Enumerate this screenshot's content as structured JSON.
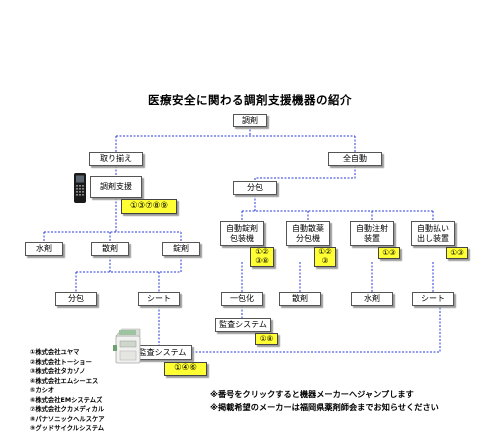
{
  "title": "医療安全に関わる調剤支援機器の紹介",
  "nodes": {
    "root": "調剤",
    "manual": "取り揃え",
    "auto": "全自動",
    "dispensing_support": "調剤支援",
    "packaging": "分包",
    "liquid": "水剤",
    "powder": "散剤",
    "tablet": "錠剤",
    "auto_tablet_packer": "自動錠剤\n包装機",
    "auto_powder_divider": "自動散薬\n分包機",
    "auto_injection": "自動注射\n装置",
    "auto_dispensing": "自動払い\n出し装置",
    "bundle_packaging": "分包",
    "sheet_left": "シート",
    "single_dose": "一包化",
    "auto_powder": "散剤",
    "auto_liquid": "水剤",
    "sheet_right": "シート",
    "audit_center": "監査システム",
    "audit_bottom": "監査システム"
  },
  "maker_links": {
    "dispensing_support": "①③⑦⑧⑨",
    "auto_tablet_packer": "①②\n③⑧",
    "auto_powder_divider": "①②\n③",
    "auto_injection": "①③",
    "auto_dispensing": "①③",
    "audit_center": "①⑧",
    "audit_bottom": "①④⑥"
  },
  "legend": [
    "①株式会社ユヤマ",
    "②株式会社トーショー",
    "③株式会社タカゾノ",
    "④株式会社エムシーエス",
    "⑤カシオ",
    "⑥株式会社EMシステムズ",
    "⑦株式会社クカメディカル",
    "⑧パナソニックヘルスケア",
    "⑨グッドサイクルシステム"
  ],
  "notes": [
    "※番号をクリックすると機器メーカーへジャンプします",
    "※掲載希望のメーカーは福岡県薬剤師会までお知らせください"
  ],
  "icons": [
    "phone-device-icon",
    "audit-machine-icon"
  ],
  "colors": {
    "line": "#2a3bd9",
    "link_fill": "#ffff33"
  }
}
